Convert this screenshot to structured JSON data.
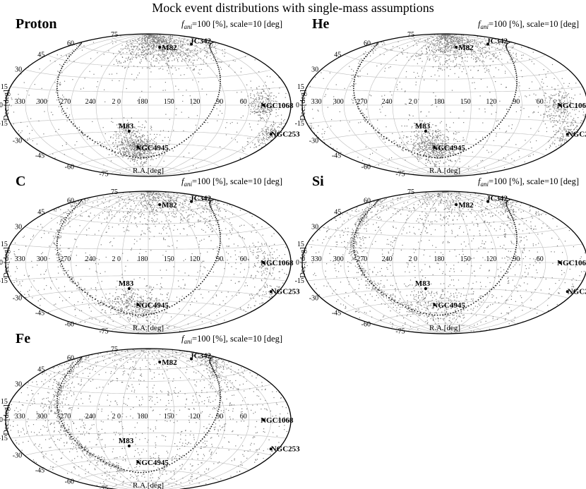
{
  "figure": {
    "title": "Mock event distributions with single-mass assumptions"
  },
  "panel_template": {
    "param_prefix": "f",
    "param_sub": "ani",
    "param_suffix": "=100 [%], scale=10 [deg]",
    "xlabel": "R.A.[deg]",
    "ylabel": "Dec.[deg]",
    "ra_ticks": [
      "330",
      "300",
      "270",
      "240",
      "2 0",
      "180",
      "150",
      "120",
      "90",
      "60"
    ],
    "dec_ticks": [
      {
        "label": "60"
      },
      {
        "label": "45"
      },
      {
        "label": "30"
      },
      {
        "label": "15"
      },
      {
        "label": "0"
      },
      {
        "label": "-15"
      },
      {
        "label": "-30"
      },
      {
        "label": "-45"
      },
      {
        "label": "-60"
      },
      {
        "label": "-75"
      }
    ],
    "top_tick": "75"
  },
  "sources": [
    {
      "name": "M82",
      "ra": 149,
      "dec": 69.7
    },
    {
      "name": "JC342",
      "ra": 56.7,
      "dec": 68.1
    },
    {
      "name": "NGC1068",
      "ra": 40.7,
      "dec": -0.01
    },
    {
      "name": "NGC253",
      "ra": 11.9,
      "dec": -25.3
    },
    {
      "name": "M83",
      "ra": 204.3,
      "dec": -29.9
    },
    {
      "name": "NGC4945",
      "ra": 196.4,
      "dec": -49.5
    }
  ],
  "chart_data": [
    {
      "type": "scatter",
      "panel": "Proton",
      "label": "Proton",
      "projection": "Hammer-Aitoff (equatorial, R.A. increasing to the left)",
      "xlabel": "R.A.[deg]",
      "ylabel": "Dec.[deg]",
      "xlim": [
        0,
        360
      ],
      "ylim": [
        -90,
        90
      ],
      "description": "events strongly clustered around source directions"
    },
    {
      "type": "scatter",
      "panel": "He",
      "label": "He",
      "projection": "Hammer-Aitoff (equatorial, R.A. increasing to the left)",
      "xlabel": "R.A.[deg]",
      "ylabel": "Dec.[deg]",
      "xlim": [
        0,
        360
      ],
      "ylim": [
        -90,
        90
      ]
    },
    {
      "type": "scatter",
      "panel": "C",
      "label": "C",
      "projection": "Hammer-Aitoff (equatorial, R.A. increasing to the left)",
      "xlabel": "R.A.[deg]",
      "ylabel": "Dec.[deg]",
      "xlim": [
        0,
        360
      ],
      "ylim": [
        -90,
        90
      ]
    },
    {
      "type": "scatter",
      "panel": "Si",
      "label": "Si",
      "projection": "Hammer-Aitoff (equatorial, R.A. increasing to the left)",
      "xlabel": "R.A.[deg]",
      "ylabel": "Dec.[deg]",
      "xlim": [
        0,
        360
      ],
      "ylim": [
        -90,
        90
      ]
    },
    {
      "type": "scatter",
      "panel": "Fe",
      "label": "Fe",
      "projection": "Hammer-Aitoff (equatorial, R.A. increasing to the left)",
      "xlabel": "R.A.[deg]",
      "ylabel": "Dec.[deg]",
      "xlim": [
        0,
        360
      ],
      "ylim": [
        -90,
        90
      ]
    }
  ],
  "colors": {
    "frame": "#000000",
    "grid": "#bdbdbd",
    "events": "#7a7a7a",
    "plane": "#111111"
  }
}
